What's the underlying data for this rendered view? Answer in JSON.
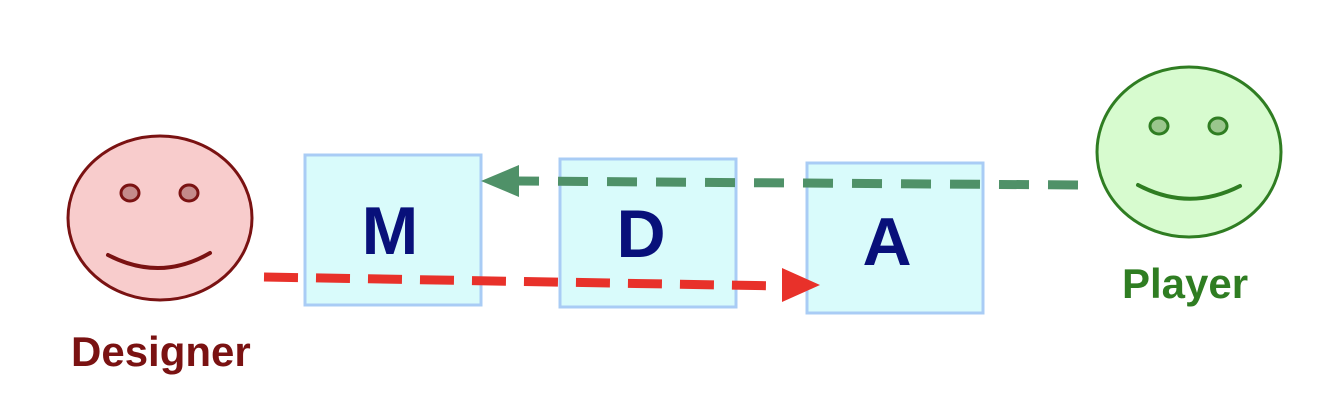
{
  "designer": {
    "label": "Designer",
    "color": "#7a1212",
    "face_fill": "#f8cccc",
    "icon": "smiley-face-icon"
  },
  "player": {
    "label": "Player",
    "color": "#2f7d22",
    "face_fill": "#d7fbcf",
    "icon": "smiley-face-icon"
  },
  "boxes": [
    {
      "letter": "M"
    },
    {
      "letter": "D"
    },
    {
      "letter": "A"
    }
  ],
  "box_style": {
    "fill": "#d9fbfb",
    "border": "#a9ccf5",
    "letter_color": "#08107a"
  },
  "arrows": {
    "designer_to_aesthetics": {
      "color": "#e8312a",
      "style": "dashed"
    },
    "player_to_mechanics": {
      "color": "#4f9168",
      "style": "dashed"
    }
  }
}
